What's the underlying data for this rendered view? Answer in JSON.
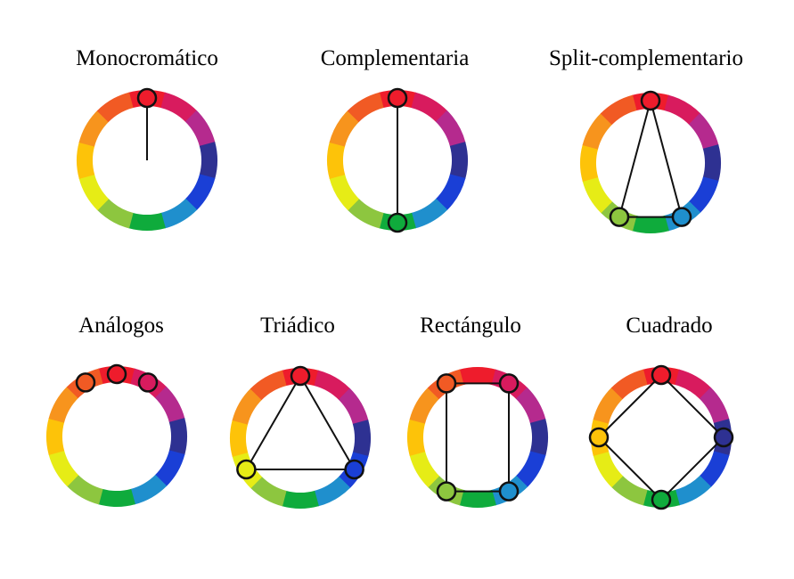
{
  "palette": [
    "#ee1c2c",
    "#d81b5e",
    "#b52a8e",
    "#2e3192",
    "#1a3fd6",
    "#1f8fcd",
    "#0fab3c",
    "#8dc63f",
    "#e6ec16",
    "#fdc309",
    "#f7941d",
    "#f15a24"
  ],
  "marker_stroke": "#111111",
  "line_color": "#111111",
  "diagrams": [
    {
      "id": "monocromatico",
      "title": "Monocromático",
      "markers": [
        0
      ],
      "connect": "radius"
    },
    {
      "id": "complementaria",
      "title": "Complementaria",
      "markers": [
        0,
        6
      ],
      "connect": "line"
    },
    {
      "id": "split-complementario",
      "title": "Split-complementario",
      "markers": [
        0,
        7,
        5
      ],
      "connect": "polygon"
    },
    {
      "id": "analogos",
      "title": "Análogos",
      "markers": [
        11,
        0,
        1
      ],
      "connect": "none"
    },
    {
      "id": "triadico",
      "title": "Triádico",
      "markers": [
        0,
        8,
        4
      ],
      "connect": "polygon"
    },
    {
      "id": "rectangulo",
      "title": "Rectángulo",
      "markers": [
        11,
        1,
        5,
        7
      ],
      "connect": "polygon"
    },
    {
      "id": "cuadrado",
      "title": "Cuadrado",
      "markers": [
        0,
        3,
        6,
        9
      ],
      "connect": "polygon"
    }
  ]
}
